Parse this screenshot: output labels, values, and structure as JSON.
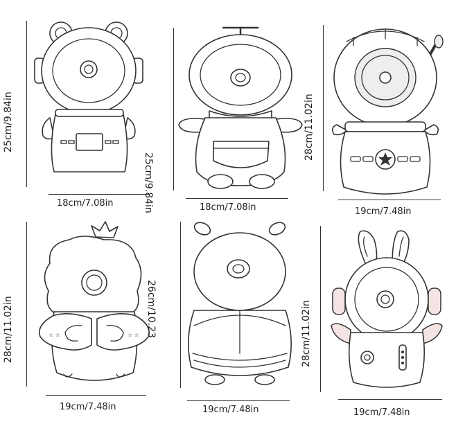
{
  "products": [
    {
      "name": "bear",
      "height_label": "25cm/9.84in",
      "width_label": "18cm/7.08in"
    },
    {
      "name": "propeller",
      "height_label": "25cm/9.84in",
      "width_label": "18cm/7.08in"
    },
    {
      "name": "astronaut",
      "height_label": "28cm/11.02in",
      "width_label": "19cm/7.48in"
    },
    {
      "name": "duck",
      "height_label": "28cm/11.02in",
      "width_label": "19cm/7.48in"
    },
    {
      "name": "bee",
      "height_label": "26cm/10.23",
      "width_label": "19cm/7.48in"
    },
    {
      "name": "bunny",
      "height_label": "28cm/11.02in",
      "width_label": "19cm/7.48in"
    }
  ]
}
